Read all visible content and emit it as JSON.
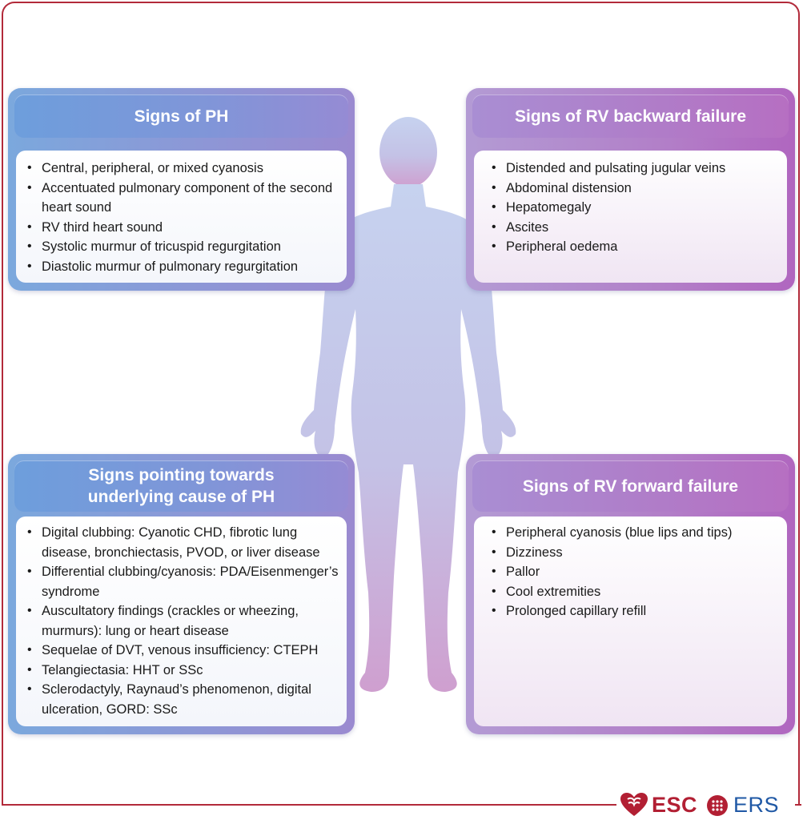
{
  "panels": {
    "signs_of_ph": {
      "title": "Signs of PH",
      "items": [
        "Central, peripheral, or mixed cyanosis",
        "Accentuated pulmonary component of the second heart sound",
        "RV third heart sound",
        "Systolic murmur of tricuspid regurgitation",
        "Diastolic murmur of pulmonary regurgitation"
      ]
    },
    "rv_backward_failure": {
      "title": "Signs of RV backward failure",
      "items": [
        "Distended and pulsating jugular veins",
        "Abdominal distension",
        "Hepatomegaly",
        "Ascites",
        "Peripheral oedema"
      ]
    },
    "underlying_cause": {
      "title": "Signs pointing towards\nunderlying cause of PH",
      "items": [
        "Digital clubbing: Cyanotic CHD, fibrotic lung disease, bronchiectasis, PVOD, or liver disease",
        "Differential clubbing/cyanosis: PDA/Eisenmenger’s syndrome",
        "Auscultatory findings (crackles or wheezing, murmurs): lung or heart disease",
        "Sequelae of DVT, venous insufficiency: CTEPH",
        "Telangiectasia: HHT or SSc",
        "Sclerodactyly, Raynaud’s phenomenon, digital ulceration, GORD: SSc"
      ]
    },
    "rv_forward_failure": {
      "title": "Signs of RV forward failure",
      "items": [
        "Peripheral cyanosis (blue lips and tips)",
        "Dizziness",
        "Pallor",
        "Cool extremities",
        "Prolonged capillary refill"
      ]
    }
  },
  "logo": {
    "left": "ESC",
    "right": "ERS"
  },
  "colors": {
    "frame": "#b22a3a",
    "blue_panel": "#7ba8dd",
    "purple_panel": "#b27fc8",
    "esc_red": "#b21f33",
    "ers_blue": "#1f58a5",
    "figure_top": "#c9d3ee",
    "figure_bottom": "#cfa6d1"
  }
}
